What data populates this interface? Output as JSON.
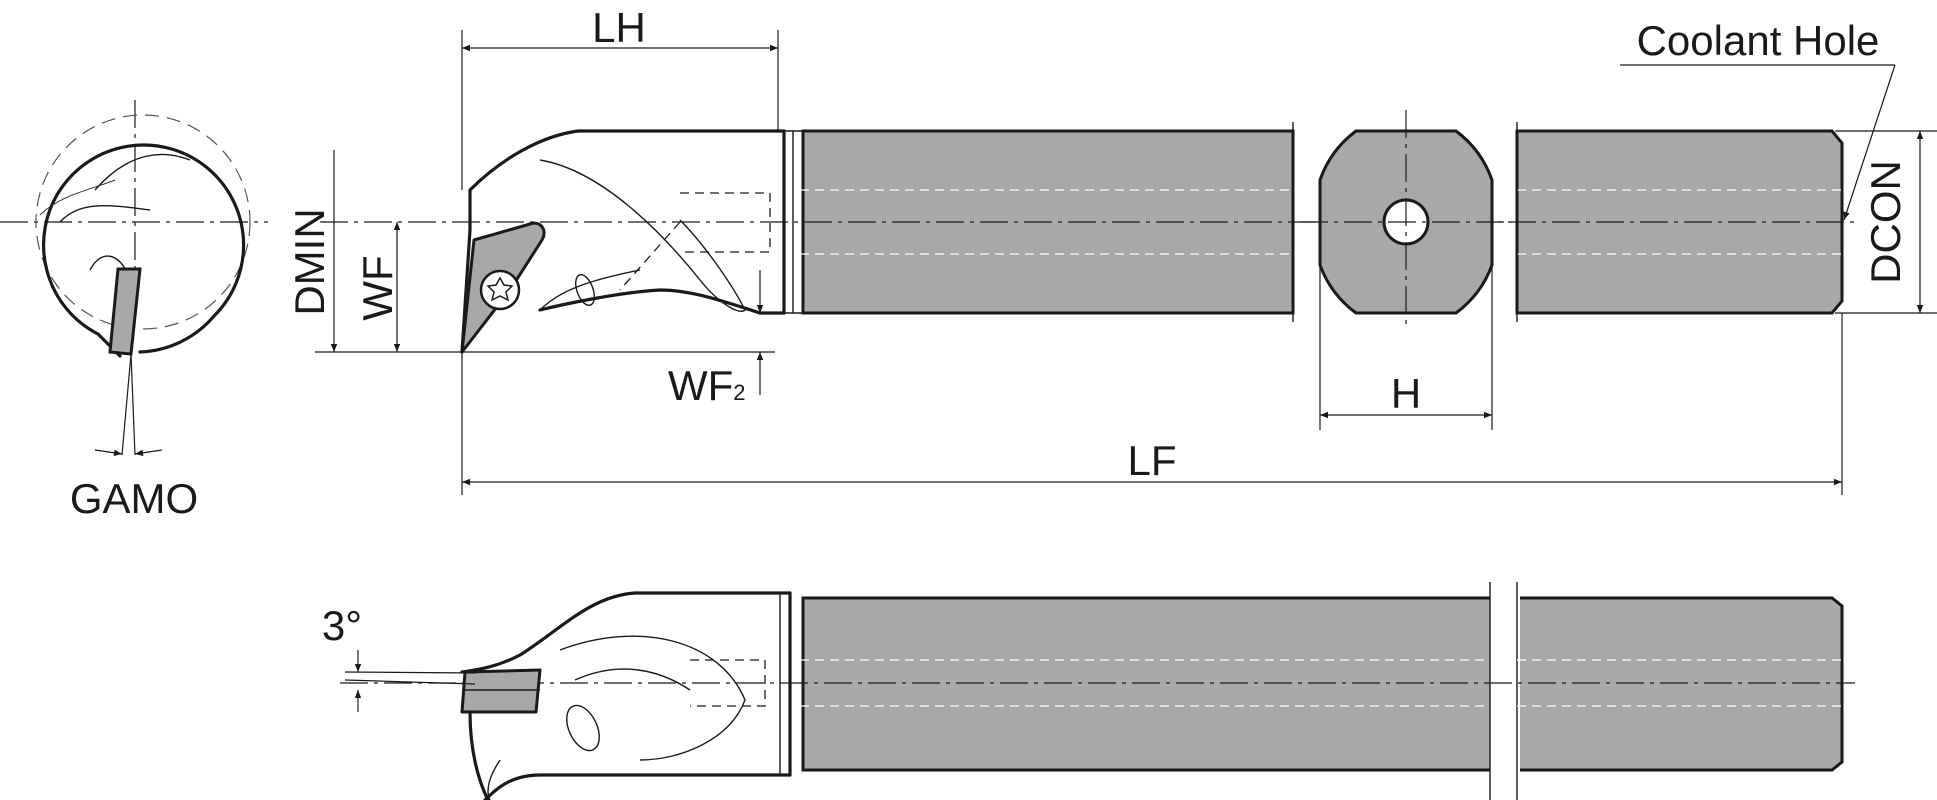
{
  "labels": {
    "lh": "LH",
    "coolant_hole": "Coolant Hole",
    "dmin": "DMIN",
    "wf": "WF",
    "wf2_main": "WF",
    "wf2_sub": "2",
    "dcon": "DCON",
    "h": "H",
    "lf": "LF",
    "gamo": "GAMO",
    "angle": "3°"
  },
  "colors": {
    "body_gray": "#a8a8a8",
    "line": "#1a1a1a"
  }
}
